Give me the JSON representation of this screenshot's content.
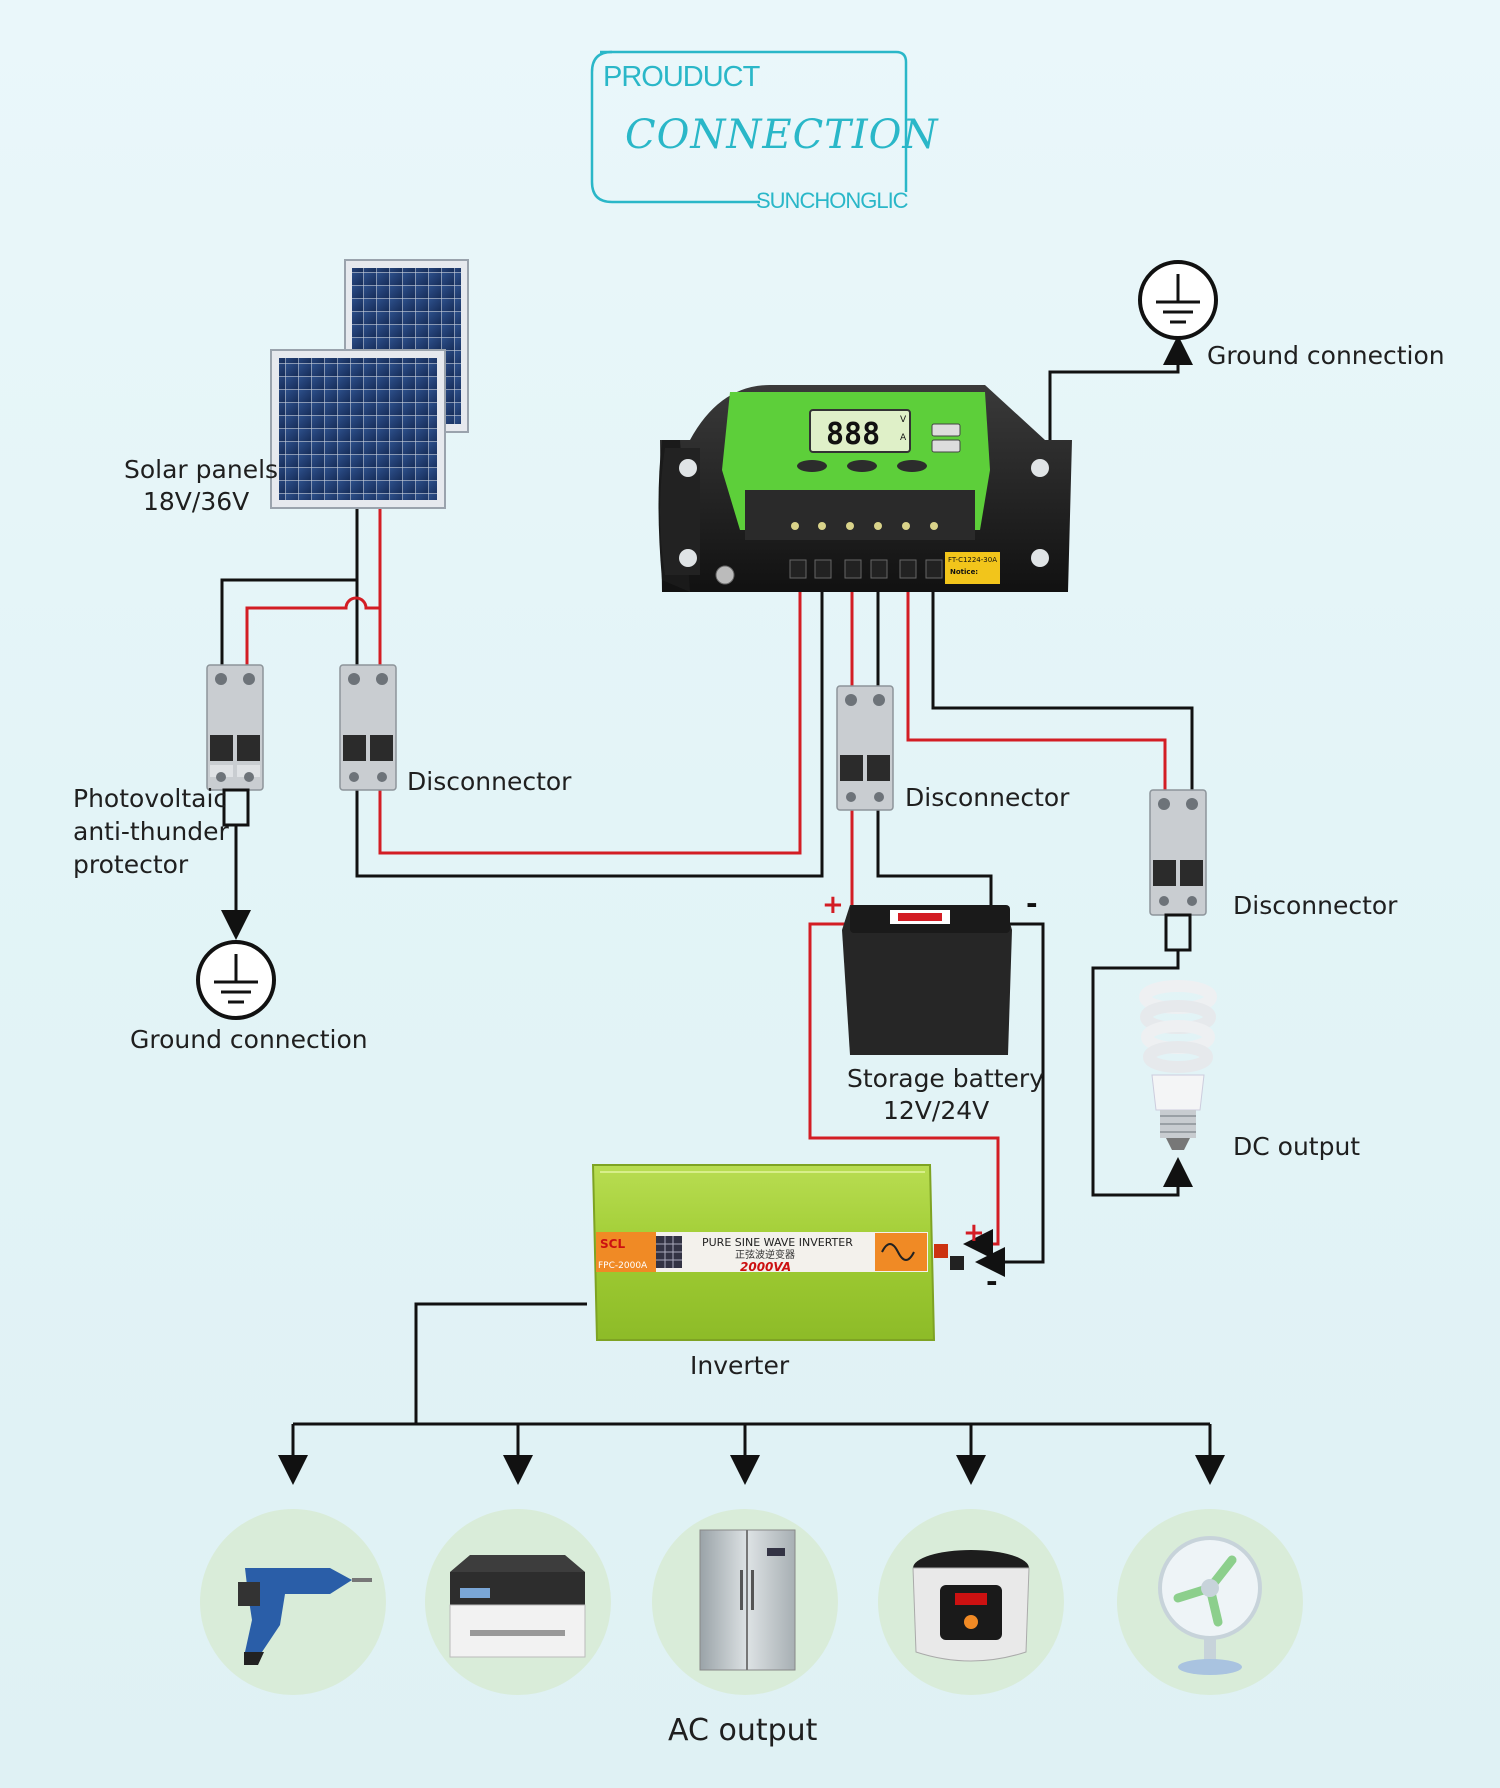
{
  "header": {
    "line1": "PROUDUCT",
    "line2": "CONNECTION",
    "brand": "SUNCHONGLIC"
  },
  "components": {
    "solar_panels": {
      "name": "Solar panels",
      "spec": "18V/36V"
    },
    "pv_protector": {
      "line1": "Photovoltaic",
      "line2": "anti-thunder",
      "line3": "protector"
    },
    "disconnector_pv": "Disconnector",
    "disconnector_battery": "Disconnector",
    "disconnector_dc": "Disconnector",
    "ground_left": "Ground connection",
    "ground_right": "Ground connection",
    "battery": {
      "name": "Storage battery",
      "spec": "12V/24V"
    },
    "dc_output": "DC output",
    "inverter": {
      "name": "Inverter",
      "brand": "SCL",
      "model": "FPC-2000A",
      "product_line": "PURE SINE WAVE INVERTER",
      "cn_text": "正弦波逆变器",
      "rating": "2000VA"
    },
    "controller": {
      "display": "888",
      "unit_v": "V",
      "unit_a": "A",
      "model_label": "FT-C1224-30A",
      "notice": "Notice:"
    },
    "ac_output": "AC output"
  },
  "polarity": {
    "plus": "+",
    "minus": "-"
  },
  "ac_devices": [
    {
      "name": "electric drill"
    },
    {
      "name": "printer"
    },
    {
      "name": "refrigerator"
    },
    {
      "name": "rice cooker"
    },
    {
      "name": "fan"
    }
  ],
  "colors": {
    "accent": "#2ab7c8",
    "positive_wire": "#d31d24",
    "negative_wire": "#111111",
    "controller_green": "#5dcf3a",
    "inverter_green": "#a6d23c",
    "device_circle": "#d9ecd9"
  }
}
